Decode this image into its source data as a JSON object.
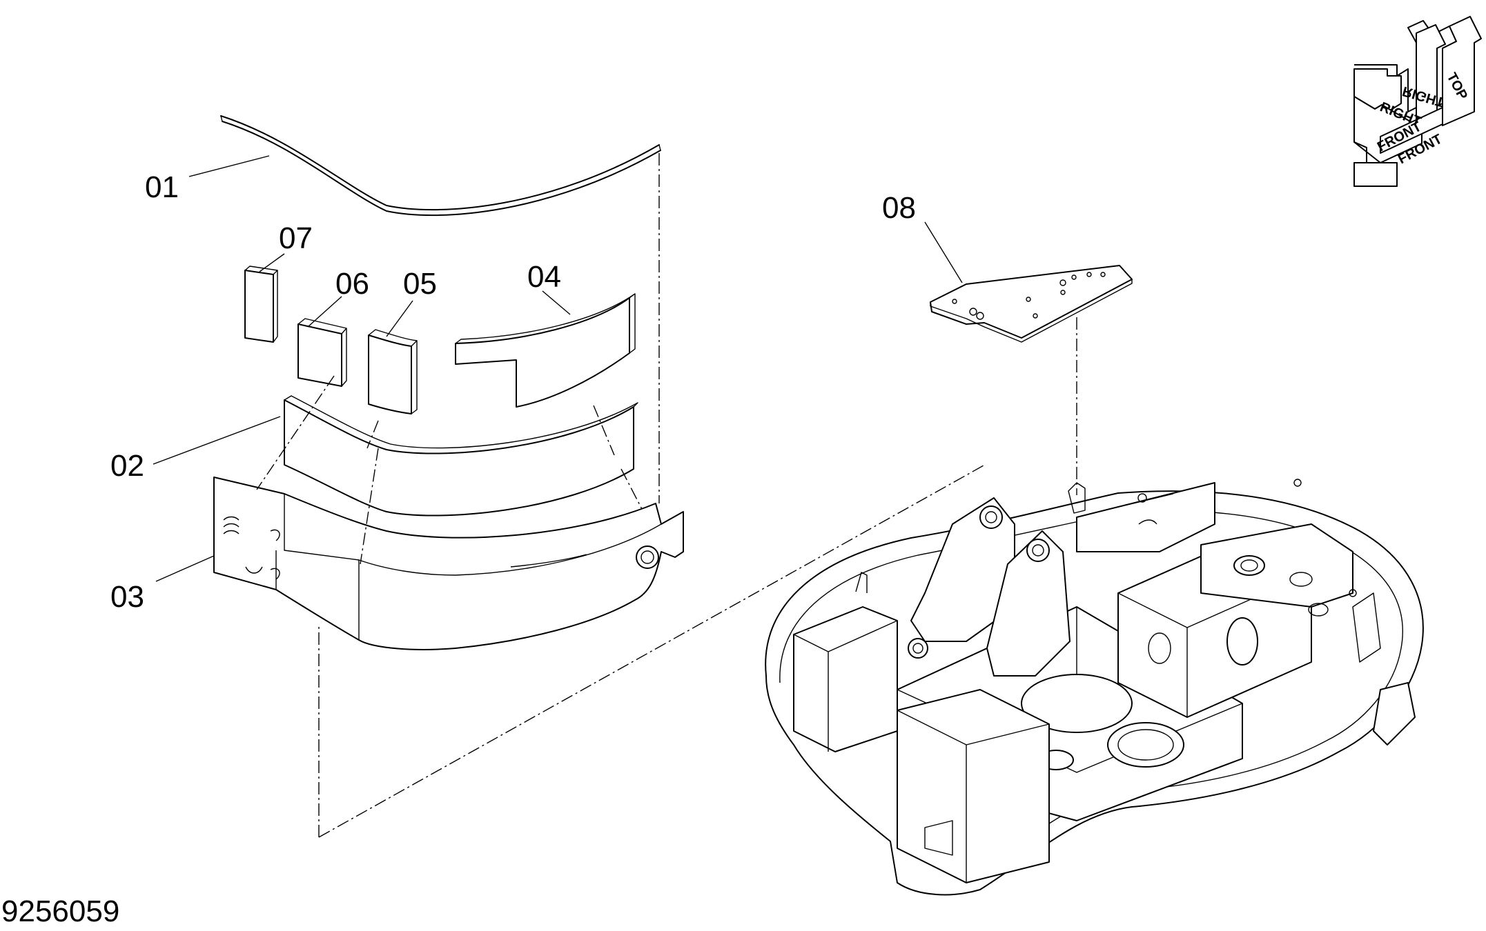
{
  "drawing_number": "9256059",
  "callouts": [
    {
      "key": "01",
      "label": "01"
    },
    {
      "key": "02",
      "label": "02"
    },
    {
      "key": "03",
      "label": "03"
    },
    {
      "key": "04",
      "label": "04"
    },
    {
      "key": "05",
      "label": "05"
    },
    {
      "key": "06",
      "label": "06"
    },
    {
      "key": "07",
      "label": "07"
    },
    {
      "key": "08",
      "label": "08"
    }
  ],
  "orientation_cube": {
    "top": "TOP",
    "right": "RIGHT",
    "right_mirrored": "RIGHT",
    "front": "FRONT",
    "front_mirrored": "FRONT"
  }
}
